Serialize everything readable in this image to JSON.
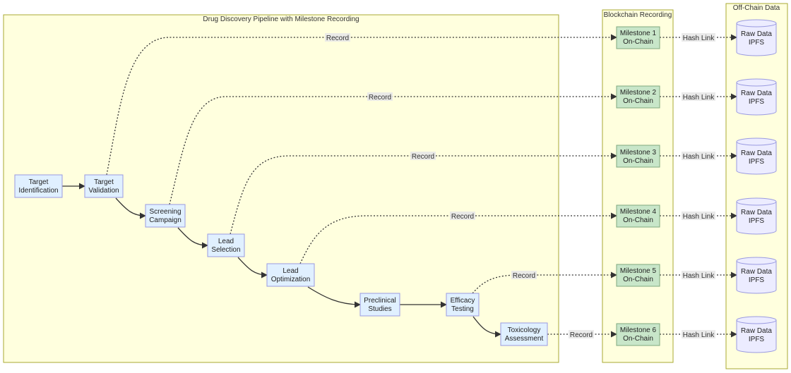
{
  "clusters": {
    "pipeline": "Drug Discovery Pipeline with Milestone Recording",
    "blockchain": "Blockchain Recording",
    "offchain": "Off-Chain Data"
  },
  "pipeline_nodes": [
    {
      "line1": "Target",
      "line2": "Identification"
    },
    {
      "line1": "Target",
      "line2": "Validation"
    },
    {
      "line1": "Screening",
      "line2": "Campaign"
    },
    {
      "line1": "Lead",
      "line2": "Selection"
    },
    {
      "line1": "Lead",
      "line2": "Optimization"
    },
    {
      "line1": "Preclinical",
      "line2": "Studies"
    },
    {
      "line1": "Efficacy",
      "line2": "Testing"
    },
    {
      "line1": "Toxicology",
      "line2": "Assessment"
    }
  ],
  "milestones": [
    {
      "line1": "Milestone 1",
      "line2": "On-Chain"
    },
    {
      "line1": "Milestone 2",
      "line2": "On-Chain"
    },
    {
      "line1": "Milestone 3",
      "line2": "On-Chain"
    },
    {
      "line1": "Milestone 4",
      "line2": "On-Chain"
    },
    {
      "line1": "Milestone 5",
      "line2": "On-Chain"
    },
    {
      "line1": "Milestone 6",
      "line2": "On-Chain"
    }
  ],
  "data_stores": [
    {
      "line1": "Raw Data",
      "line2": "IPFS"
    },
    {
      "line1": "Raw Data",
      "line2": "IPFS"
    },
    {
      "line1": "Raw Data",
      "line2": "IPFS"
    },
    {
      "line1": "Raw Data",
      "line2": "IPFS"
    },
    {
      "line1": "Raw Data",
      "line2": "IPFS"
    },
    {
      "line1": "Raw Data",
      "line2": "IPFS"
    }
  ],
  "edge_labels": {
    "record": "Record",
    "hash_link": "Hash Link"
  }
}
